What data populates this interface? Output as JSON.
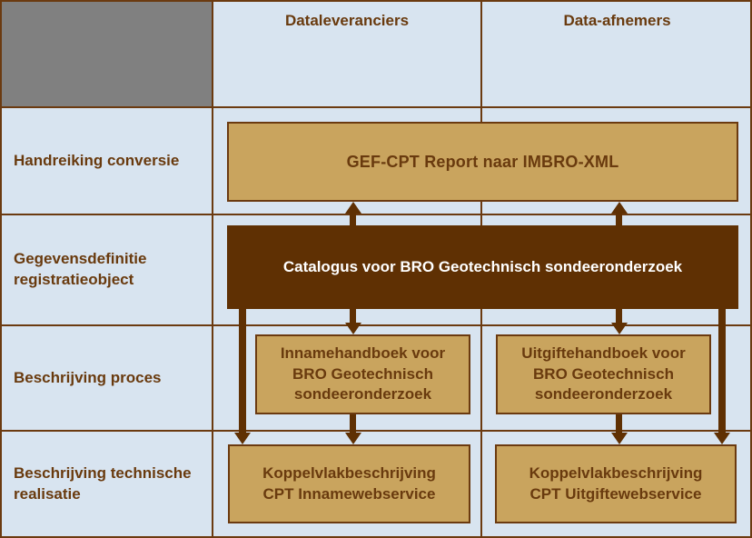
{
  "palette": {
    "background_blue": "#D8E4F0",
    "grid_and_border_brown": "#6B3A10",
    "tan_box_fill": "#C9A45E",
    "dark_brown_fill": "#5F3003",
    "gray_cell": "#808080",
    "brown_text": "#693A0E",
    "white_text": "#FFFFFF"
  },
  "headers": {
    "col1": "Dataleveranciers",
    "col2": "Data-afnemers"
  },
  "rows": [
    {
      "label": "Handreiking conversie"
    },
    {
      "label": "Gegevensdefinitie registratieobject"
    },
    {
      "label": "Beschrijving proces"
    },
    {
      "label": "Beschrijving technische realisatie"
    }
  ],
  "boxes": {
    "gef_cpt": {
      "label": "GEF-CPT Report naar IMBRO-XML"
    },
    "catalogus": {
      "label": "Catalogus voor BRO Geotechnisch sondeeronderzoek"
    },
    "innamehandboek": {
      "label": "Innamehandboek voor BRO Geotechnisch sondeeronderzoek"
    },
    "uitgiftehandboek": {
      "label": "Uitgiftehandboek voor BRO Geotechnisch sondeeronderzoek"
    },
    "koppelvlak_inname": {
      "label": "Koppelvlakbeschrijving CPT Innamewebservice"
    },
    "koppelvlak_uitgifte": {
      "label": "Koppelvlakbeschrijving CPT Uitgiftewebservice"
    }
  },
  "connections": [
    {
      "from": "catalogus",
      "to": "gef_cpt",
      "direction": "up",
      "side": "Dataleveranciers"
    },
    {
      "from": "catalogus",
      "to": "gef_cpt",
      "direction": "up",
      "side": "Data-afnemers"
    },
    {
      "from": "catalogus",
      "to": "innamehandboek",
      "direction": "down"
    },
    {
      "from": "catalogus",
      "to": "uitgiftehandboek",
      "direction": "down"
    },
    {
      "from": "innamehandboek",
      "to": "koppelvlak_inname",
      "direction": "down"
    },
    {
      "from": "uitgiftehandboek",
      "to": "koppelvlak_uitgifte",
      "direction": "down"
    },
    {
      "from": "catalogus",
      "to": "koppelvlak_inname",
      "direction": "down",
      "path": "left-edge"
    },
    {
      "from": "catalogus",
      "to": "koppelvlak_uitgifte",
      "direction": "down",
      "path": "right-edge"
    }
  ]
}
